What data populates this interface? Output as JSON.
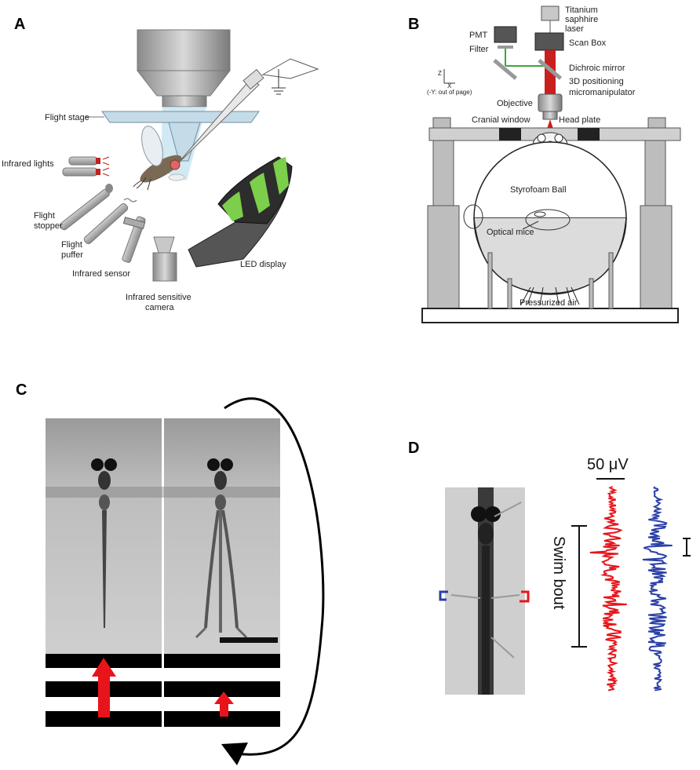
{
  "panels": {
    "a": {
      "letter": "A",
      "labels": {
        "flight_stage": "Flight stage",
        "infrared_lights": "Infrared lights",
        "flight_stopper_1": "Flight",
        "flight_stopper_2": "stopper",
        "flight_puffer_1": "Flight",
        "flight_puffer_2": "puffer",
        "infrared_sensor": "Infrared sensor",
        "camera_1": "Infrared sensitive",
        "camera_2": "camera",
        "led_display": "LED display"
      },
      "colors": {
        "stripe_green": "#7ccf4a",
        "stage_blue": "#b7d4e6"
      }
    },
    "b": {
      "letter": "B",
      "labels": {
        "laser_1": "Titanium",
        "laser_2": "saphhire",
        "laser_3": "laser",
        "pmt": "PMT",
        "filter": "Filter",
        "scan_box": "Scan Box",
        "dichroic": "Dichroic mirror",
        "positioning_1": "3D positioning",
        "positioning_2": "micromanipulator",
        "objective": "Objective",
        "axis_z": "Z",
        "axis_x": "X",
        "axis_y": "(-Y: out of page)",
        "cranial_window": "Cranial window",
        "head_plate": "Head plate",
        "styrofoam": "Styrofoam Ball",
        "optical_mice": "Optical mice",
        "pressurized_air": "Pressurized air"
      },
      "colors": {
        "laser_red": "#c8201e",
        "beam_green": "#3aa83a"
      }
    },
    "c": {
      "letter": "C",
      "colors": {
        "arrow_red": "#e8141b"
      }
    },
    "d": {
      "letter": "D",
      "scale_label": "50 μV",
      "swim_label": "Swim bout",
      "colors": {
        "trace_red": "#e8141b",
        "trace_blue": "#2a3fa8"
      }
    }
  }
}
